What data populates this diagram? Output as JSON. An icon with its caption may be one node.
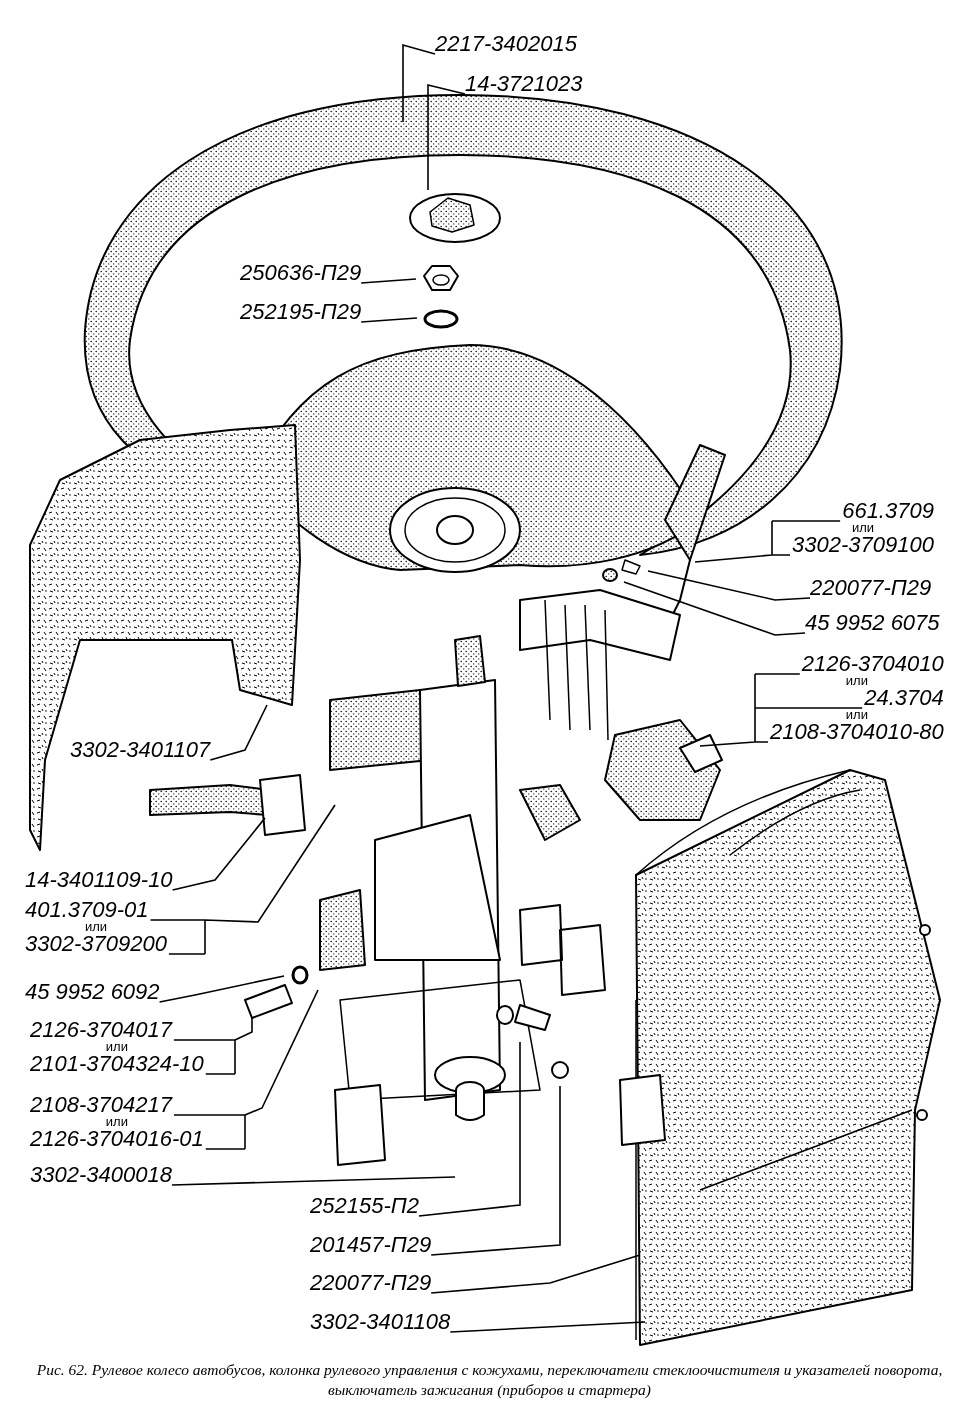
{
  "diagram": {
    "caption": "Рис. 62. Рулевое колесо автобусов, колонка рулевого управления с кожухами, переключатели стеклоочистителя и указателей поворота, выключатель зажигания (приборов и стартера)",
    "nodes": [
      {
        "text": [
          "2217-3402015"
        ]
      },
      {
        "text": [
          "14-3721023"
        ]
      },
      {
        "text": [
          "250636-П29"
        ]
      },
      {
        "text": [
          "252195-П29"
        ]
      },
      {
        "text": [
          "661.3709",
          "или",
          "3302-3709100"
        ]
      },
      {
        "text": [
          "220077-П29"
        ]
      },
      {
        "text": [
          "45 9952 6075"
        ]
      },
      {
        "text": [
          "2126-3704010",
          "или",
          "24.3704",
          "или",
          "2108-3704010-80"
        ]
      },
      {
        "text": [
          "3302-3401107"
        ]
      },
      {
        "text": [
          "14-3401109-10"
        ]
      },
      {
        "text": [
          "401.3709-01",
          "или",
          "3302-3709200"
        ]
      },
      {
        "text": [
          "45 9952 6092"
        ]
      },
      {
        "text": [
          "2126-3704017",
          "или",
          "2101-3704324-10"
        ]
      },
      {
        "text": [
          "2108-3704217",
          "или",
          "2126-3704016-01"
        ]
      },
      {
        "text": [
          "3302-3400018"
        ]
      },
      {
        "text": [
          "252155-П2"
        ]
      },
      {
        "text": [
          "201457-П29"
        ]
      },
      {
        "text": [
          "220077-П29"
        ]
      },
      {
        "text": [
          "3302-3401108"
        ]
      }
    ],
    "edges": [
      {
        "from": 0,
        "to": null,
        "arrow": "none"
      },
      {
        "from": 1,
        "to": null,
        "arrow": "none"
      },
      {
        "from": 2,
        "to": null,
        "arrow": "none"
      },
      {
        "from": 3,
        "to": null,
        "arrow": "none"
      },
      {
        "from": 4,
        "to": null,
        "arrow": "none"
      },
      {
        "from": 5,
        "to": null,
        "arrow": "none"
      },
      {
        "from": 6,
        "to": null,
        "arrow": "none"
      },
      {
        "from": 7,
        "to": null,
        "arrow": "none"
      },
      {
        "from": 8,
        "to": null,
        "arrow": "none"
      },
      {
        "from": 9,
        "to": null,
        "arrow": "none"
      },
      {
        "from": 10,
        "to": null,
        "arrow": "none"
      },
      {
        "from": 11,
        "to": null,
        "arrow": "none"
      },
      {
        "from": 12,
        "to": null,
        "arrow": "none"
      },
      {
        "from": 13,
        "to": null,
        "arrow": "none"
      },
      {
        "from": 14,
        "to": null,
        "arrow": "none"
      },
      {
        "from": 15,
        "to": null,
        "arrow": "none"
      },
      {
        "from": 16,
        "to": null,
        "arrow": "none"
      },
      {
        "from": 17,
        "to": null,
        "arrow": "none"
      },
      {
        "from": 18,
        "to": null,
        "arrow": "none"
      }
    ]
  }
}
